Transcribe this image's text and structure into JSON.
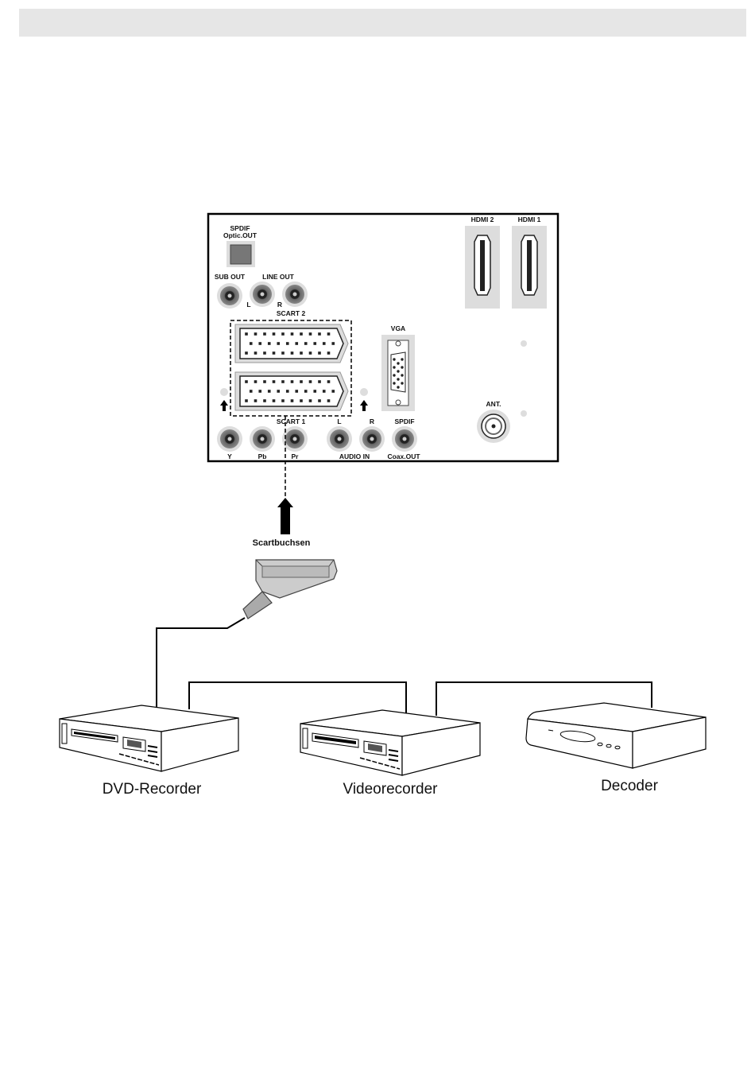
{
  "panel": {
    "spdif_optic": [
      "SPDIF",
      "Optic.OUT"
    ],
    "sub_out": "SUB OUT",
    "line_out": "LINE OUT",
    "line_l": "L",
    "line_r": "R",
    "scart2": "SCART 2",
    "scart1": "SCART 1",
    "vga": "VGA",
    "hdmi2": "HDMI 2",
    "hdmi1": "HDMI 1",
    "ant": "ANT.",
    "y": "Y",
    "pb": "Pb",
    "pr": "Pr",
    "audio_l": "L",
    "audio_r": "R",
    "audio_in": "AUDIO IN",
    "spdif": "SPDIF",
    "coax_out": "Coax.OUT"
  },
  "cable": {
    "label": "Scartbuchsen"
  },
  "devices": {
    "dvd": "DVD-Recorder",
    "vcr": "Videorecorder",
    "decoder": "Decoder"
  }
}
